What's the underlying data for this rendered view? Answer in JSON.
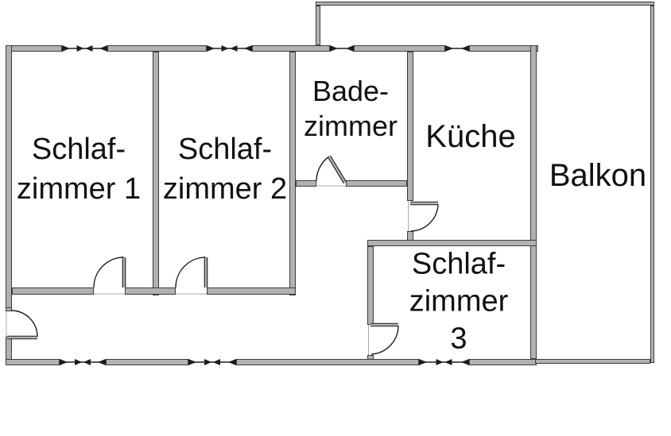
{
  "plan": {
    "rooms": [
      {
        "id": "schlafzimmer-1",
        "label": "Schlaf-\nzimmer 1"
      },
      {
        "id": "schlafzimmer-2",
        "label": "Schlaf-\nzimmer 2"
      },
      {
        "id": "badezimmer",
        "label": "Bade-\nzimmer"
      },
      {
        "id": "kueche",
        "label": "Küche"
      },
      {
        "id": "balkon",
        "label": "Balkon"
      },
      {
        "id": "schlafzimmer-3",
        "label": "Schlaf-\nzimmer\n3"
      }
    ],
    "symbols": {
      "door": "door-arc",
      "window": "window-marker"
    },
    "colors": {
      "wall_fill": "#b2b2b2",
      "wall_outline": "#3c3c3c",
      "background": "#ffffff",
      "text": "#111111",
      "symbol_line": "#1d1d1d"
    }
  }
}
